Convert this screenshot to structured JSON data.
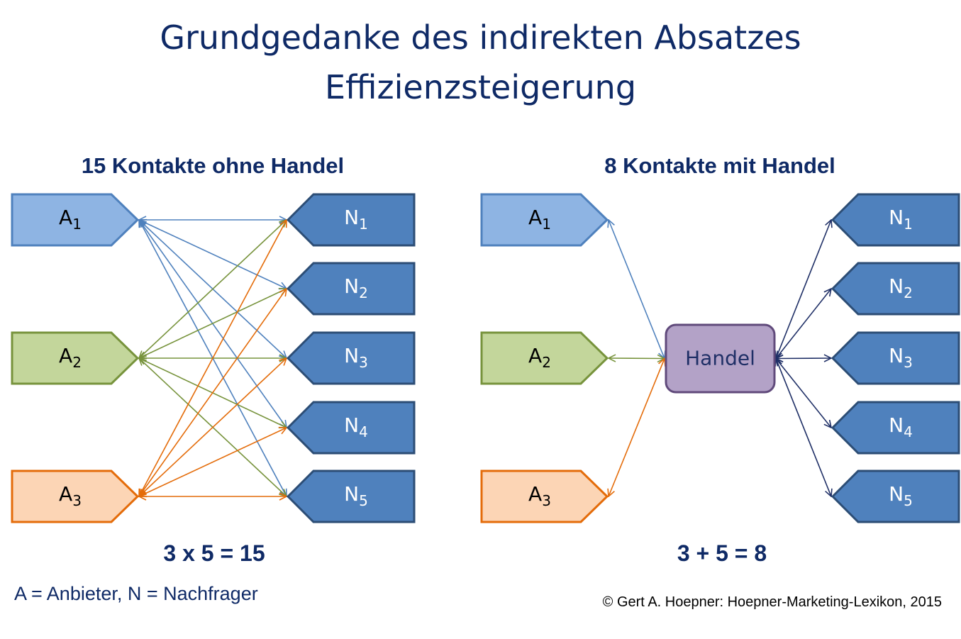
{
  "title_line1": "Grundgedanke des indirekten Absatzes",
  "title_line2": "Effizienzsteigerung",
  "left": {
    "heading": "15 Kontakte ohne Handel",
    "equation": "3 x 5 = 15"
  },
  "right": {
    "heading": "8 Kontakte mit Handel",
    "equation": "3 + 5 = 8",
    "hub": "Handel"
  },
  "sellers": [
    {
      "letter": "A",
      "sub": "1",
      "fill": "#8eb4e3",
      "stroke": "#4f81bd",
      "line": "#4f81bd"
    },
    {
      "letter": "A",
      "sub": "2",
      "fill": "#c3d69b",
      "stroke": "#77933c",
      "line": "#77933c"
    },
    {
      "letter": "A",
      "sub": "3",
      "fill": "#fcd5b5",
      "stroke": "#e46c0a",
      "line": "#e46c0a"
    }
  ],
  "buyers": [
    {
      "letter": "N",
      "sub": "1"
    },
    {
      "letter": "N",
      "sub": "2"
    },
    {
      "letter": "N",
      "sub": "3"
    },
    {
      "letter": "N",
      "sub": "4"
    },
    {
      "letter": "N",
      "sub": "5"
    }
  ],
  "colors": {
    "buyer_fill": "#4f81bd",
    "buyer_stroke": "#2c4d75",
    "hub_fill": "#b3a2c7",
    "hub_stroke": "#604a7b",
    "hub_lines": "#1f2f66"
  },
  "legend": "A = Anbieter, N = Nachfrager",
  "copyright": "© Gert A. Hoepner: Hoepner-Marketing-Lexikon, 2015"
}
